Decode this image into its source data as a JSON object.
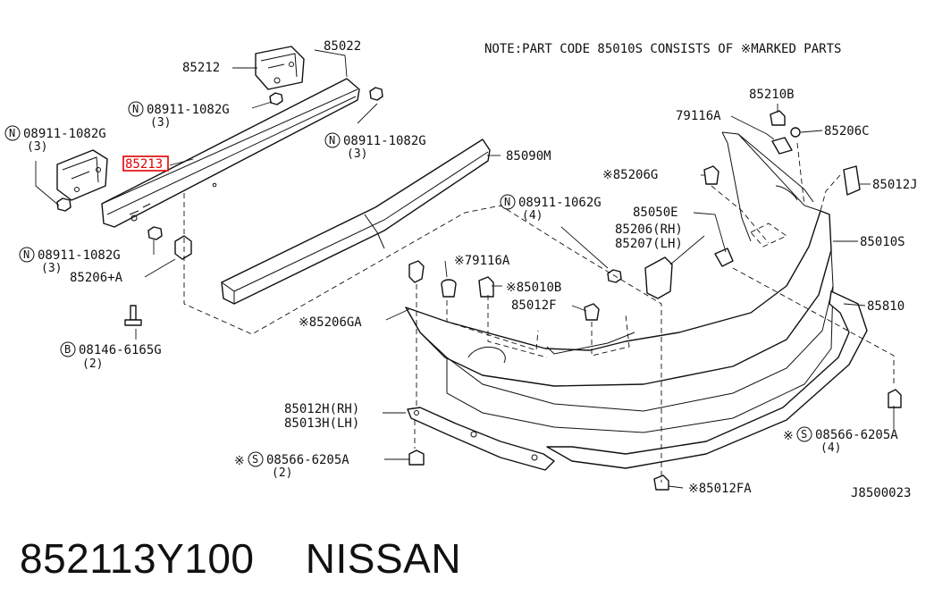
{
  "note": "NOTE:PART CODE 85010S CONSISTS OF ※MARKED PARTS",
  "diagram_code": "J8500023",
  "highlighted_part": "85213",
  "part_number": "852113Y100",
  "brand": "NISSAN",
  "labels": {
    "p85022": "85022",
    "p85212": "85212",
    "n08911_1082g_a": "08911-1082G",
    "n08911_1082g_b": "08911-1082G",
    "n08911_1082g_c": "08911-1082G",
    "n08911_1082g_d": "08911-1082G",
    "n08911_1062g": "08911-1062G",
    "p85090m": "85090M",
    "p85206a": "85206+A",
    "b08146_6165g": "08146-6165G",
    "p85206ga": "※85206GA",
    "p79116a_a": "※79116A",
    "p85010b": "※85010B",
    "p85012f": "85012F",
    "p85012h": "85012H(RH)",
    "p85013h": "85013H(LH)",
    "s08566_6205a_a": "※",
    "s08566_6205a_a_t": "08566-6205A",
    "s08566_6205a_b": "※",
    "s08566_6205a_b_t": "08566-6205A",
    "p85012fa": "※85012FA",
    "p85210b": "85210B",
    "p79116a_b": "79116A",
    "p85206c": "85206C",
    "p85206g": "※85206G",
    "p85012j": "85012J",
    "p85050e": "85050E",
    "p85206rh": "85206(RH)",
    "p85207lh": "85207(LH)",
    "p85010s": "85010S",
    "p85810": "85810"
  },
  "qty": {
    "q3a": "(3)",
    "q3b": "(3)",
    "q3c": "(3)",
    "q3d": "(3)",
    "q4a": "(4)",
    "q2a": "(2)",
    "q2b": "(2)",
    "q4b": "(4)"
  },
  "circle_marks": {
    "n": "N",
    "b": "B",
    "s": "S"
  }
}
